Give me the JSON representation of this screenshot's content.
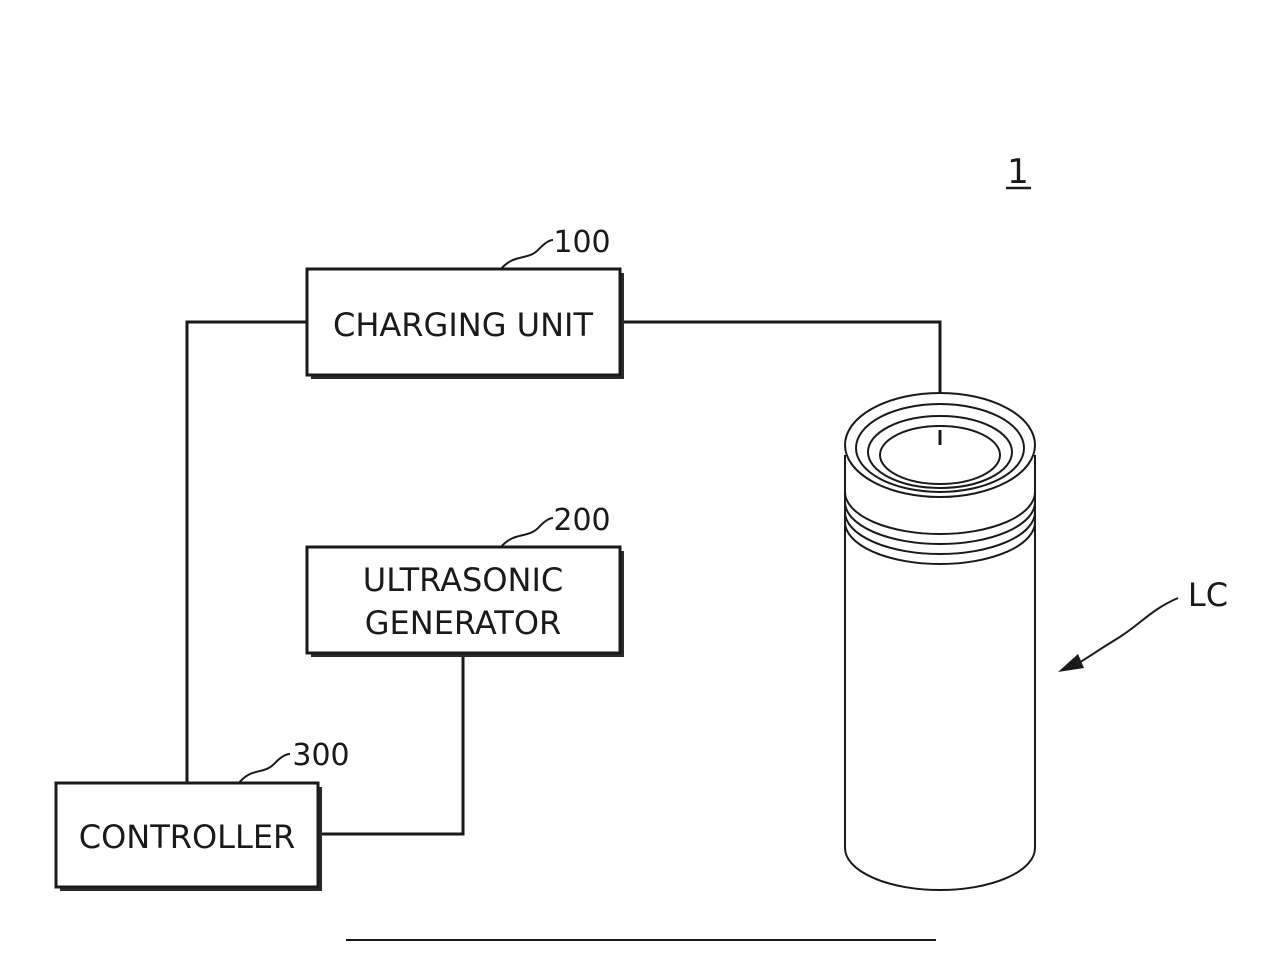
{
  "figure": {
    "number": "1",
    "blocks": {
      "charging_unit": {
        "ref": "100",
        "lines": [
          "CHARGING UNIT"
        ]
      },
      "ultrasonic_generator": {
        "ref": "200",
        "lines": [
          "ULTRASONIC",
          "GENERATOR"
        ]
      },
      "controller": {
        "ref": "300",
        "lines": [
          "CONTROLLER"
        ]
      }
    },
    "cell": {
      "ref": "LC"
    }
  }
}
